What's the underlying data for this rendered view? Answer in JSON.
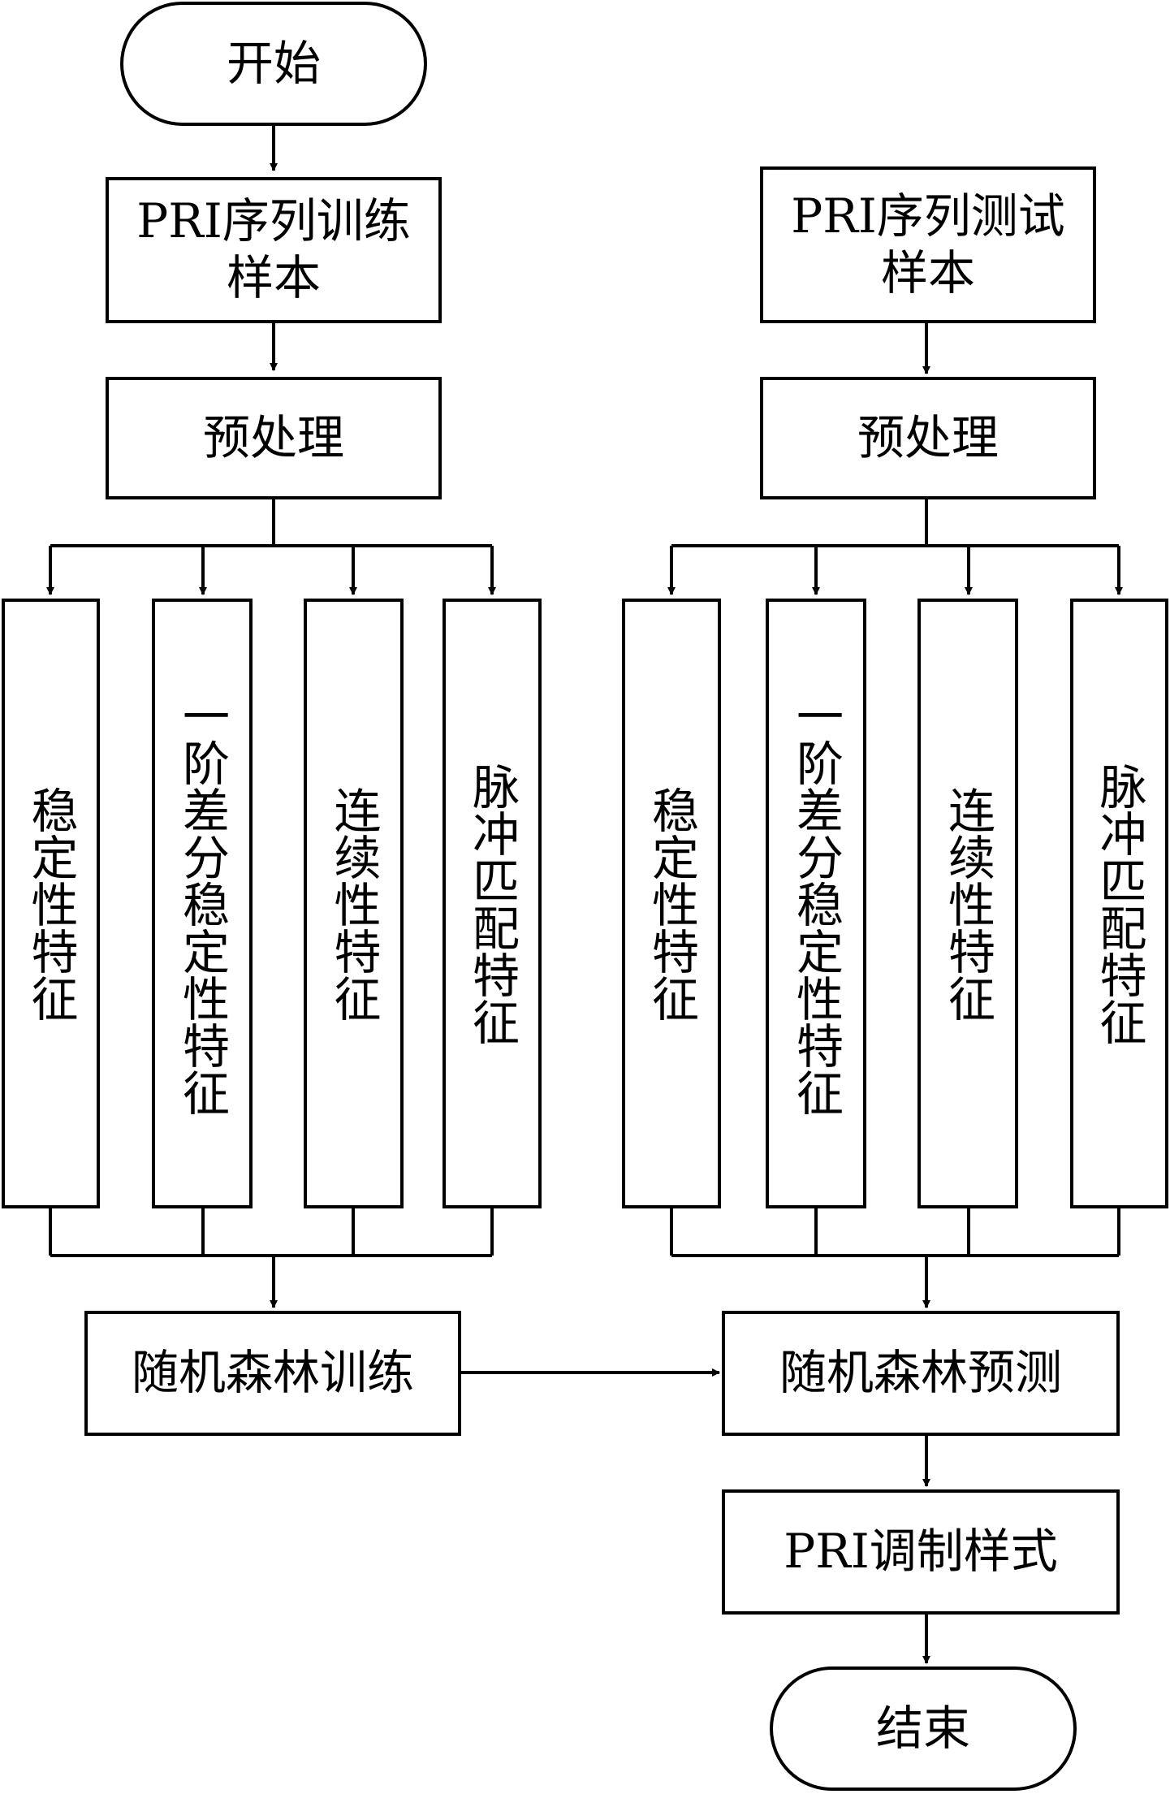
{
  "diagram": {
    "start": "开始",
    "end": "结束",
    "train_samples": "PRI序列训练样本",
    "test_samples": "PRI序列测试样本",
    "preprocess_train": "预处理",
    "preprocess_test": "预处理",
    "features_train": [
      "稳定性特征",
      "一阶差分稳定性特征",
      "连续性特征",
      "脉冲匹配特征"
    ],
    "features_test": [
      "稳定性特征",
      "一阶差分稳定性特征",
      "连续性特征",
      "脉冲匹配特征"
    ],
    "rf_train": "随机森林训练",
    "rf_predict": "随机森林预测",
    "pri_pattern": "PRI调制样式"
  }
}
